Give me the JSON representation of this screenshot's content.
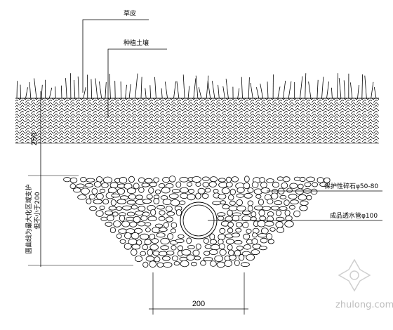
{
  "labels": {
    "grass": "草皮",
    "planting_soil": "种植土壤",
    "gravel": "保护性碎石φ50-80",
    "pipe": "成品透水管φ100",
    "left_note_line1": "圆曲线为最大化区域支护",
    "left_note_line2": "但不小于200"
  },
  "dimensions": {
    "soil_depth": "250",
    "bottom_width": "200"
  },
  "watermark": {
    "text": "zhulong.com"
  },
  "colors": {
    "line": "#000000",
    "watermark": "#c8c8c8"
  }
}
